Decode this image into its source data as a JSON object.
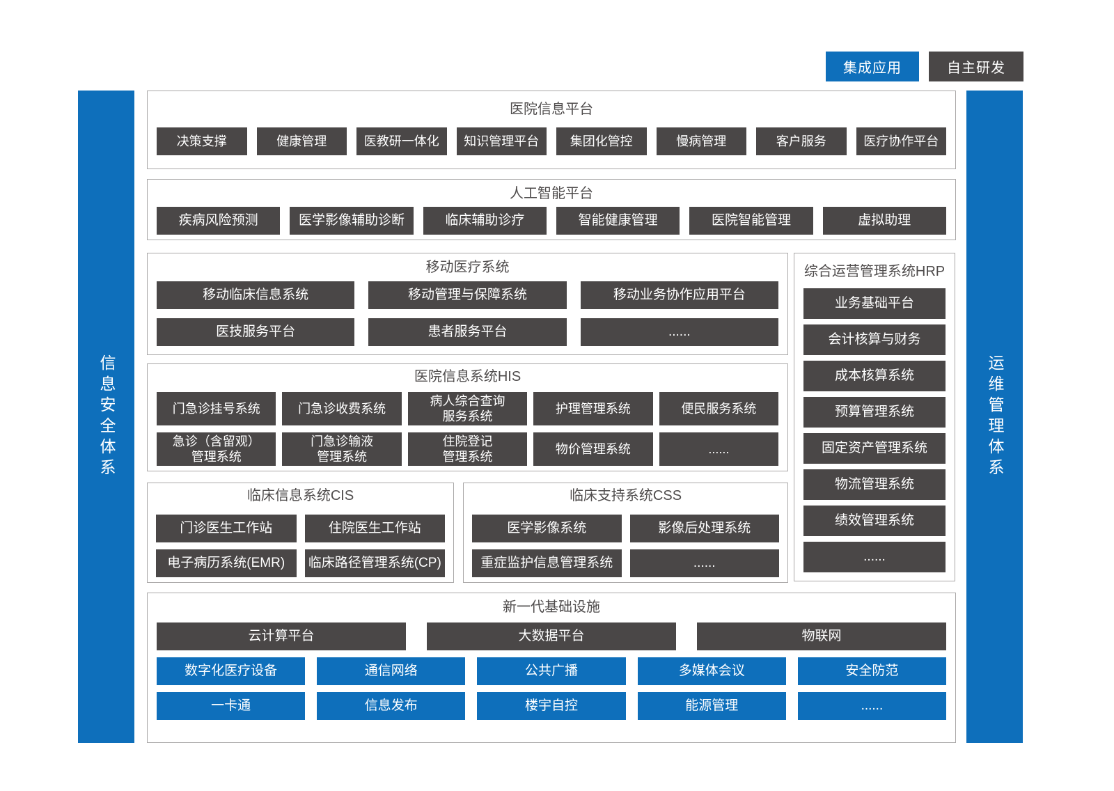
{
  "colors": {
    "accent_blue": "#0e6fbb",
    "node_dark": "#4a4747",
    "section_border": "#a9a7a7",
    "title_text": "#4f4c4c"
  },
  "legend": {
    "integrated": "集成应用",
    "self_developed": "自主研发"
  },
  "side_bars": {
    "left": "信息安全体系",
    "right": "运维管理体系"
  },
  "sections": {
    "platform": {
      "title": "医院信息平台",
      "items": [
        "决策支撑",
        "健康管理",
        "医教研一体化",
        "知识管理平台",
        "集团化管控",
        "慢病管理",
        "客户服务",
        "医疗协作平台"
      ]
    },
    "ai": {
      "title": "人工智能平台",
      "items": [
        "疾病风险预测",
        "医学影像辅助诊断",
        "临床辅助诊疗",
        "智能健康管理",
        "医院智能管理",
        "虚拟助理"
      ]
    },
    "mobile": {
      "title": "移动医疗系统",
      "row1": [
        "移动临床信息系统",
        "移动管理与保障系统",
        "移动业务协作应用平台"
      ],
      "row2": [
        "医技服务平台",
        "患者服务平台",
        "......"
      ]
    },
    "hrp": {
      "title": "综合运营管理系统HRP",
      "items": [
        "业务基础平台",
        "会计核算与财务",
        "成本核算系统",
        "预算管理系统",
        "固定资产管理系统",
        "物流管理系统",
        "绩效管理系统",
        "......"
      ]
    },
    "his": {
      "title": "医院信息系统HIS",
      "row1": [
        "门急诊挂号系统",
        "门急诊收费系统",
        "病人综合查询\n服务系统",
        "护理管理系统",
        "便民服务系统"
      ],
      "row2": [
        "急诊（含留观）\n管理系统",
        "门急诊输液\n管理系统",
        "住院登记\n管理系统",
        "物价管理系统",
        "......"
      ]
    },
    "cis": {
      "title": "临床信息系统CIS",
      "row1": [
        "门诊医生工作站",
        "住院医生工作站"
      ],
      "row2": [
        "电子病历系统(EMR)",
        "临床路径管理系统(CP)"
      ]
    },
    "css": {
      "title": "临床支持系统CSS",
      "row1": [
        "医学影像系统",
        "影像后处理系统"
      ],
      "row2": [
        "重症监护信息管理系统",
        "......"
      ]
    },
    "infra": {
      "title": "新一代基础设施",
      "row1": [
        "云计算平台",
        "大数据平台",
        "物联网"
      ],
      "row2": [
        "数字化医疗设备",
        "通信网络",
        "公共广播",
        "多媒体会议",
        "安全防范"
      ],
      "row3": [
        "一卡通",
        "信息发布",
        "楼宇自控",
        "能源管理",
        "......"
      ]
    }
  }
}
